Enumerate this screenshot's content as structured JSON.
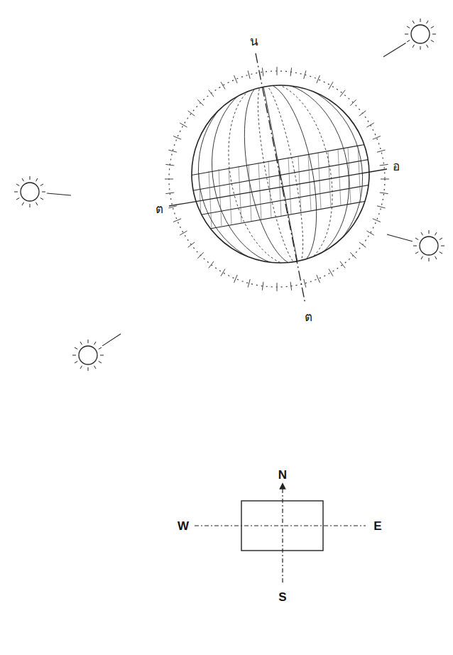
{
  "diagram": {
    "labels": [
      "น",
      "ต",
      "ต",
      "อ",
      "N",
      "E",
      "S",
      "W"
    ]
  }
}
